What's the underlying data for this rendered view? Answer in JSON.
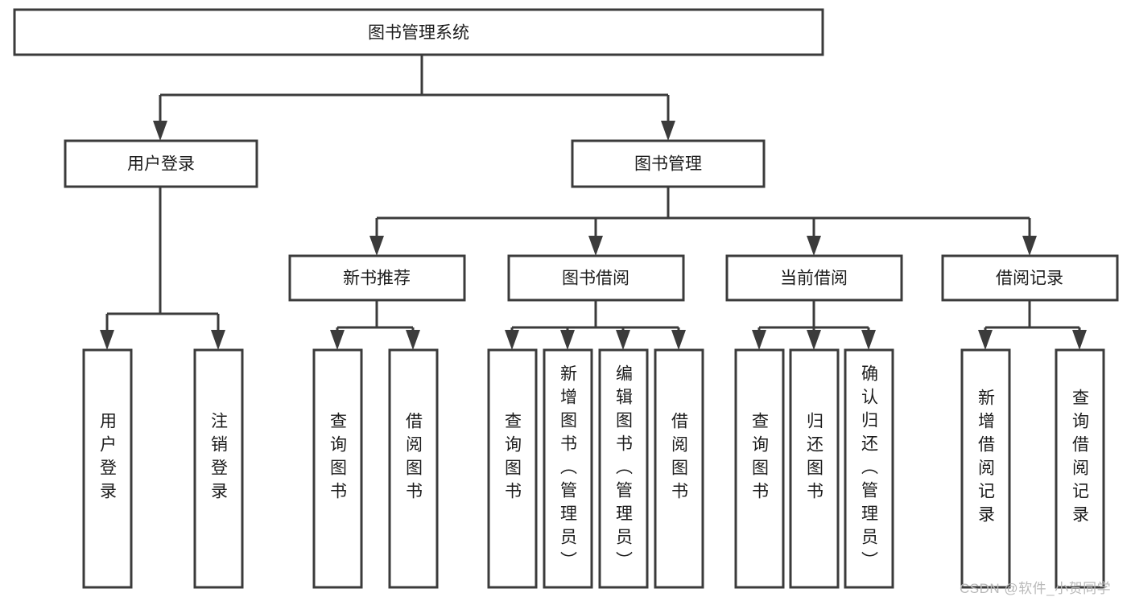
{
  "diagram": {
    "title": "图书管理系统",
    "type": "hierarchy-tree",
    "orientation": "top-down",
    "style": {
      "box_fill": "#ffffff",
      "box_stroke": "#3b3b3b",
      "connector": "#3b3b3b",
      "text": "#1c1c1c",
      "background": "#ffffff"
    },
    "nodes": {
      "root": {
        "label": "图书管理系统",
        "level": 0,
        "text_direction": "horizontal"
      },
      "l1": [
        {
          "id": "user-login",
          "label": "用户登录",
          "text_direction": "horizontal"
        },
        {
          "id": "book-manage",
          "label": "图书管理",
          "text_direction": "horizontal"
        }
      ],
      "l2": [
        {
          "id": "new-book-recommend",
          "label": "新书推荐",
          "parent": "book-manage",
          "text_direction": "horizontal"
        },
        {
          "id": "book-borrow",
          "label": "图书借阅",
          "parent": "book-manage",
          "text_direction": "horizontal"
        },
        {
          "id": "current-borrow",
          "label": "当前借阅",
          "parent": "book-manage",
          "text_direction": "horizontal"
        },
        {
          "id": "borrow-record",
          "label": "借阅记录",
          "parent": "book-manage",
          "text_direction": "horizontal"
        }
      ],
      "leaves": [
        {
          "id": "leaf-user-login",
          "label": "用户登录",
          "parent": "user-login",
          "text_direction": "vertical"
        },
        {
          "id": "leaf-logout-login",
          "label": "注销登录",
          "parent": "user-login",
          "text_direction": "vertical"
        },
        {
          "id": "leaf-query-book-1",
          "label": "查询图书",
          "parent": "new-book-recommend",
          "text_direction": "vertical"
        },
        {
          "id": "leaf-borrow-book-1",
          "label": "借阅图书",
          "parent": "new-book-recommend",
          "text_direction": "vertical"
        },
        {
          "id": "leaf-query-book-2",
          "label": "查询图书",
          "parent": "book-borrow",
          "text_direction": "vertical"
        },
        {
          "id": "leaf-add-book-admin",
          "label": "新增图书（管理员）",
          "parent": "book-borrow",
          "text_direction": "vertical"
        },
        {
          "id": "leaf-edit-book-admin",
          "label": "编辑图书（管理员）",
          "parent": "book-borrow",
          "text_direction": "vertical"
        },
        {
          "id": "leaf-borrow-book-2",
          "label": "借阅图书",
          "parent": "book-borrow",
          "text_direction": "vertical"
        },
        {
          "id": "leaf-query-book-3",
          "label": "查询图书",
          "parent": "current-borrow",
          "text_direction": "vertical"
        },
        {
          "id": "leaf-return-book",
          "label": "归还图书",
          "parent": "current-borrow",
          "text_direction": "vertical"
        },
        {
          "id": "leaf-confirm-return-admin",
          "label": "确认归还（管理员）",
          "parent": "current-borrow",
          "text_direction": "vertical"
        },
        {
          "id": "leaf-add-borrow-record",
          "label": "新增借阅记录",
          "parent": "borrow-record",
          "text_direction": "vertical"
        },
        {
          "id": "leaf-query-borrow-record",
          "label": "查询借阅记录",
          "parent": "borrow-record",
          "text_direction": "vertical"
        }
      ]
    }
  },
  "watermark": {
    "text": "CSDN @软件_小贺同学"
  }
}
